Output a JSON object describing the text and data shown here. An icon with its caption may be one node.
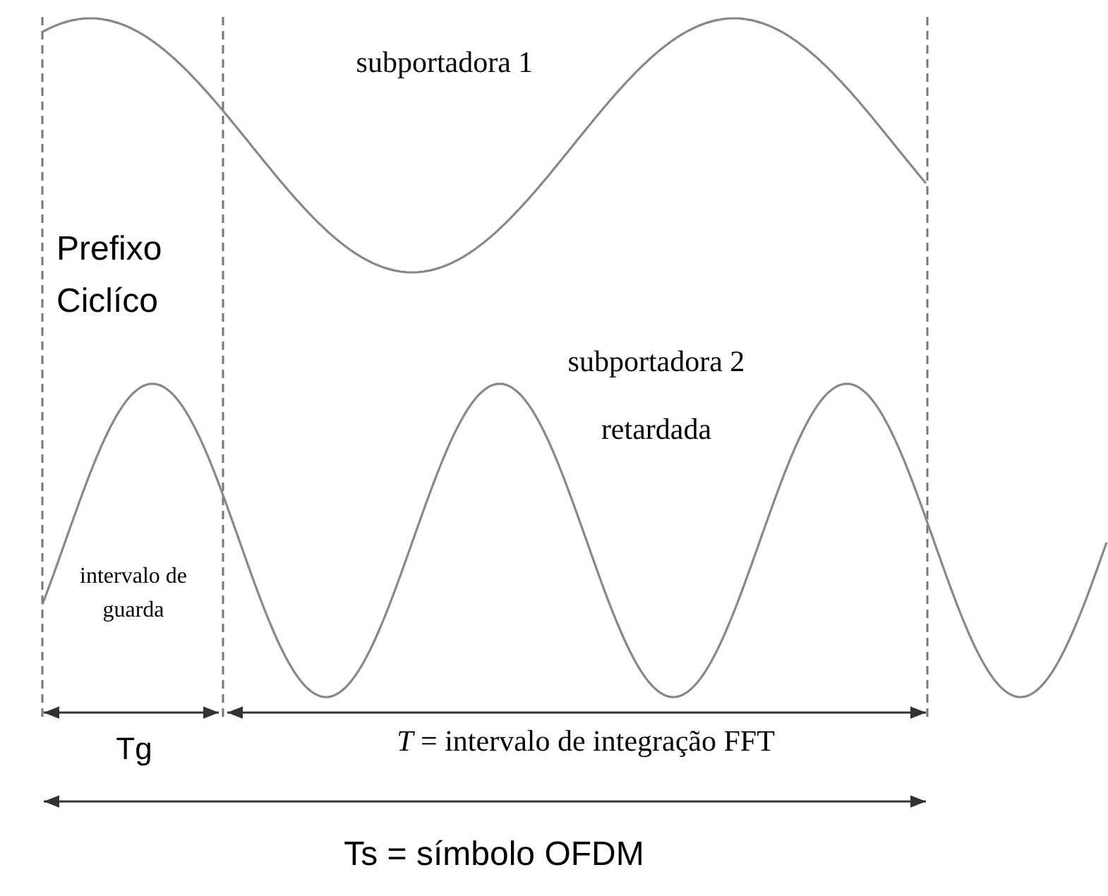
{
  "diagram": {
    "labels": [
      "subportadora 1",
      "Prefixo Ciclíco",
      "subportadora 2 retardada",
      "intervalo de guarda",
      "Tg",
      "*T* = intervalo de integração FFT",
      "Ts = símbolo OFDM"
    ]
  }
}
